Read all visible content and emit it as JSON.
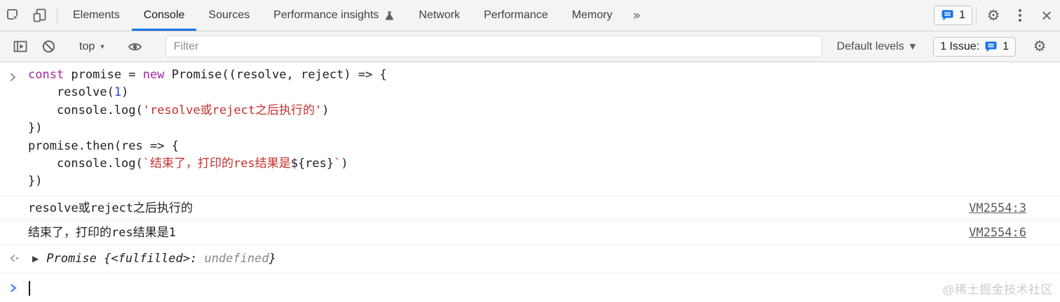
{
  "colors": {
    "accent_blue": "#1a73e8",
    "keyword_purple": "#a626a4",
    "number_blue": "#2743cb",
    "string_red": "#c5302b",
    "toolbar_bg": "#f4f4f4",
    "issue_icon_blue": "#1a73e8"
  },
  "icons": {
    "caret_down": "▾",
    "caret_down_solid": "▼",
    "more_tabs": "»",
    "gear": "⚙",
    "close": "×",
    "expand_triangle": "▶"
  },
  "tabbar": {
    "tabs": [
      {
        "label": "Elements",
        "active": false
      },
      {
        "label": "Console",
        "active": true
      },
      {
        "label": "Sources",
        "active": false
      },
      {
        "label": "Performance insights",
        "active": false,
        "trailing_icon": "flask-icon"
      },
      {
        "label": "Network",
        "active": false
      },
      {
        "label": "Performance",
        "active": false
      },
      {
        "label": "Memory",
        "active": false
      }
    ],
    "messages_count": "1"
  },
  "toolbar": {
    "context_label": "top",
    "filter_placeholder": "Filter",
    "filter_value": "",
    "levels_label": "Default levels",
    "issues_label": "1 Issue:",
    "issues_count": "1"
  },
  "console": {
    "echo_lines": [
      [
        {
          "t": "const",
          "c": "kw"
        },
        {
          "t": " promise = ",
          "c": "plain"
        },
        {
          "t": "new",
          "c": "kw"
        },
        {
          "t": " Promise((resolve, reject) => {",
          "c": "plain"
        }
      ],
      [
        {
          "t": "    resolve(",
          "c": "plain"
        },
        {
          "t": "1",
          "c": "num"
        },
        {
          "t": ")",
          "c": "plain"
        }
      ],
      [
        {
          "t": "    console.log(",
          "c": "plain"
        },
        {
          "t": "'resolve或reject之后执行的'",
          "c": "str"
        },
        {
          "t": ")",
          "c": "plain"
        }
      ],
      [
        {
          "t": "})",
          "c": "plain"
        }
      ],
      [
        {
          "t": "promise.then(res => {",
          "c": "plain"
        }
      ],
      [
        {
          "t": "    console.log(",
          "c": "plain"
        },
        {
          "t": "`结束了，打印的res结果是",
          "c": "str"
        },
        {
          "t": "${res}",
          "c": "plain"
        },
        {
          "t": "`",
          "c": "str"
        },
        {
          "t": ")",
          "c": "plain"
        }
      ],
      [
        {
          "t": "})",
          "c": "plain"
        }
      ]
    ],
    "messages": [
      {
        "text": "resolve或reject之后执行的",
        "link": "VM2554:3"
      },
      {
        "text": "结束了，打印的res结果是1",
        "link": "VM2554:6"
      }
    ],
    "result_tokens": [
      {
        "t": "Promise ",
        "c": "dark"
      },
      {
        "t": "{",
        "c": "dark"
      },
      {
        "t": "<fulfilled>",
        "c": "dark"
      },
      {
        "t": ": ",
        "c": "dark"
      },
      {
        "t": "undefined",
        "c": "gray"
      },
      {
        "t": "}",
        "c": "dark"
      }
    ],
    "watermark": "@稀土掘金技术社区"
  }
}
